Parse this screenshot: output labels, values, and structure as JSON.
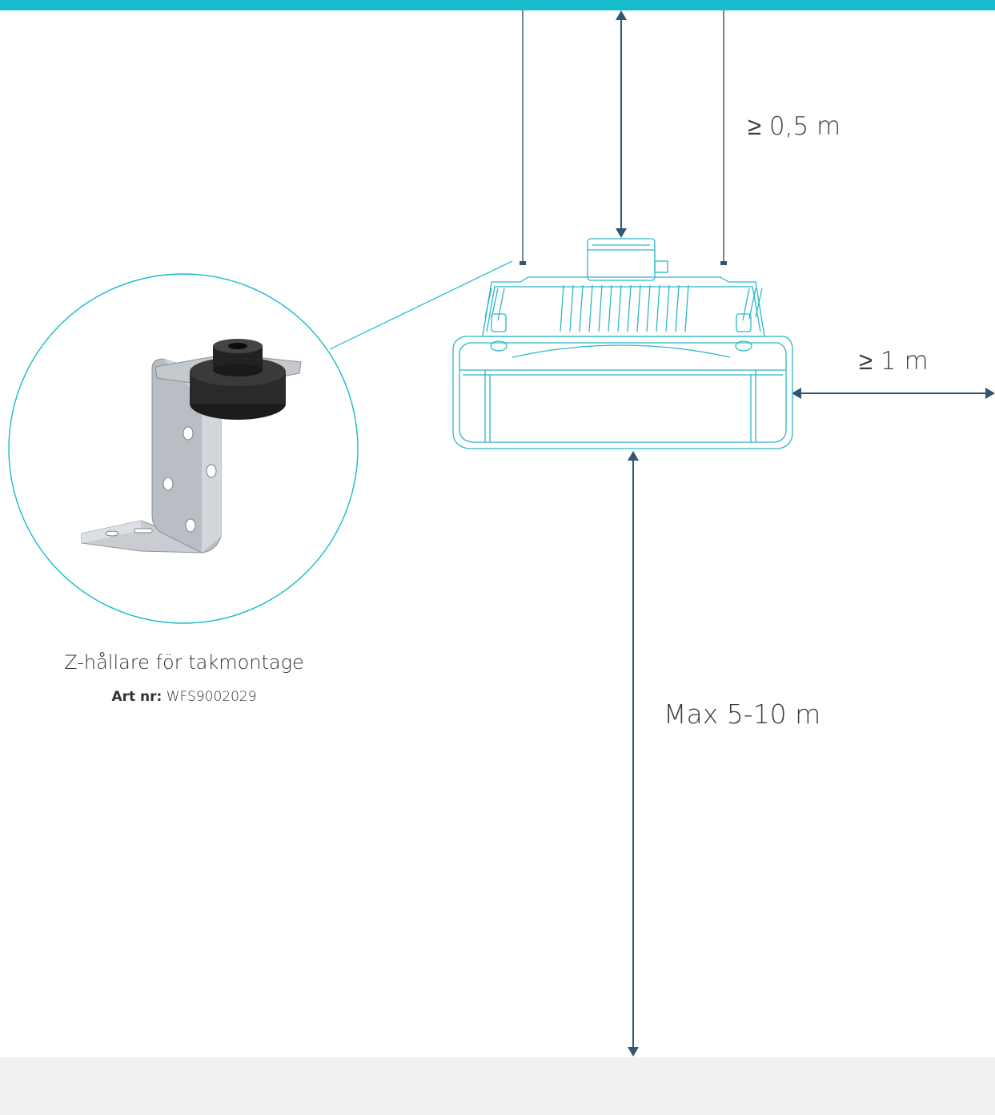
{
  "colors": {
    "accent": "#17bccc",
    "dimension_line": "#2f5672",
    "floor": "#f1f1f1",
    "heater_outline": "#2ab8c9"
  },
  "dimensions": {
    "ceiling_clearance": "≥ 0,5 m",
    "side_clearance": "≥ 1 m",
    "mounting_height": "Max 5-10 m"
  },
  "bracket": {
    "title": "Z-hållare för takmontage",
    "art_label": "Art nr:",
    "art_number": "WFS9002029"
  }
}
